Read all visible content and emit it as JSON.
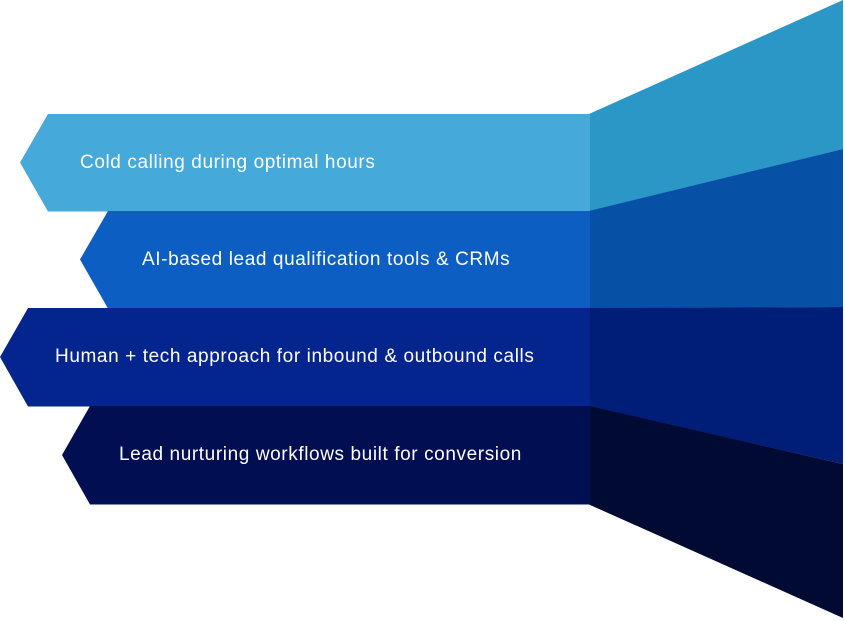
{
  "diagram": {
    "type": "funnel",
    "steps": [
      {
        "label": "Cold calling during optimal hours",
        "front_color": "#45a9d9",
        "side_color": "#2a97c6"
      },
      {
        "label": "AI-based lead qualification tools & CRMs",
        "front_color": "#0c5ec2",
        "side_color": "#0650a5"
      },
      {
        "label": "Human + tech approach for inbound & outbound calls",
        "front_color": "#04248e",
        "side_color": "#001d78"
      },
      {
        "label": "Lead nurturing workflows built for conversion",
        "front_color": "#020e52",
        "side_color": "#000a33"
      }
    ]
  }
}
